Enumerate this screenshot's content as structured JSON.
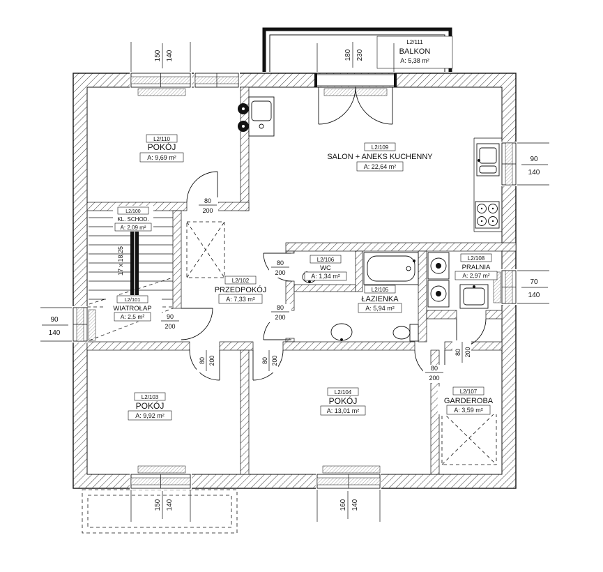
{
  "rooms": [
    {
      "id": "L2/110",
      "name": "POKÓJ",
      "area": "A: 9,69 m²"
    },
    {
      "id": "L2/109",
      "name": "SALON + ANEKS KUCHENNY",
      "area": "A: 22,64 m²"
    },
    {
      "id": "L2/111",
      "name": "BALKON",
      "area": "A: 5,38 m²"
    },
    {
      "id": "L2/100",
      "name": "KL. SCHOD.",
      "area": "A: 2,09 m²"
    },
    {
      "id": "L2/101",
      "name": "WIATROŁAP",
      "area": "A: 2,5 m²"
    },
    {
      "id": "L2/102",
      "name": "PRZEDPOKÓJ",
      "area": "A: 7,33 m²"
    },
    {
      "id": "L2/106",
      "name": "WC",
      "area": "A: 1,34 m²"
    },
    {
      "id": "L2/105",
      "name": "ŁAZIENKA",
      "area": "A: 5,94 m²"
    },
    {
      "id": "L2/108",
      "name": "PRALNIA",
      "area": "A: 2,97 m²"
    },
    {
      "id": "L2/103",
      "name": "POKÓJ",
      "area": "A: 9,92 m²"
    },
    {
      "id": "L2/104",
      "name": "POKÓJ",
      "area": "A: 13,01 m²"
    },
    {
      "id": "L2/107",
      "name": "GARDEROBA",
      "area": "A: 3,59 m²"
    }
  ],
  "window_dims": [
    {
      "w": "150",
      "h": "140"
    },
    {
      "w": "180",
      "h": "230"
    },
    {
      "w": "90",
      "h": "140"
    },
    {
      "w": "70",
      "h": "140"
    },
    {
      "w": "90",
      "h": "140"
    },
    {
      "w": "150",
      "h": "140"
    },
    {
      "w": "160",
      "h": "140"
    }
  ],
  "door_dims": [
    {
      "w": "80",
      "h": "200"
    },
    {
      "w": "80",
      "h": "200"
    },
    {
      "w": "80",
      "h": "200"
    },
    {
      "w": "90",
      "h": "200"
    },
    {
      "w": "80",
      "h": "200"
    },
    {
      "w": "80",
      "h": "200"
    },
    {
      "w": "80",
      "h": "200"
    },
    {
      "w": "80",
      "h": "200"
    }
  ],
  "stairs": {
    "note": "17 x 18,25"
  }
}
